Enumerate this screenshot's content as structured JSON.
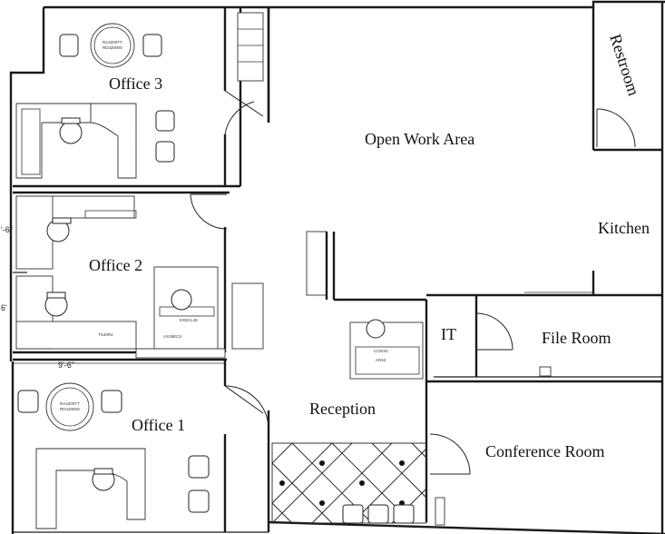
{
  "rooms": {
    "office3": "Office 3",
    "office2": "Office 2",
    "office1": "Office 1",
    "open_work_area": "Open Work Area",
    "restroom": "Restroom",
    "kitchen": "Kitchen",
    "it": "IT",
    "file_room": "File Room",
    "reception": "Reception",
    "conference_room": "Conference Room"
  },
  "dimensions": {
    "office1_width": "9'-6\"",
    "office2_upper_height": "'-6\"",
    "office2_lower_height": "6'"
  }
}
